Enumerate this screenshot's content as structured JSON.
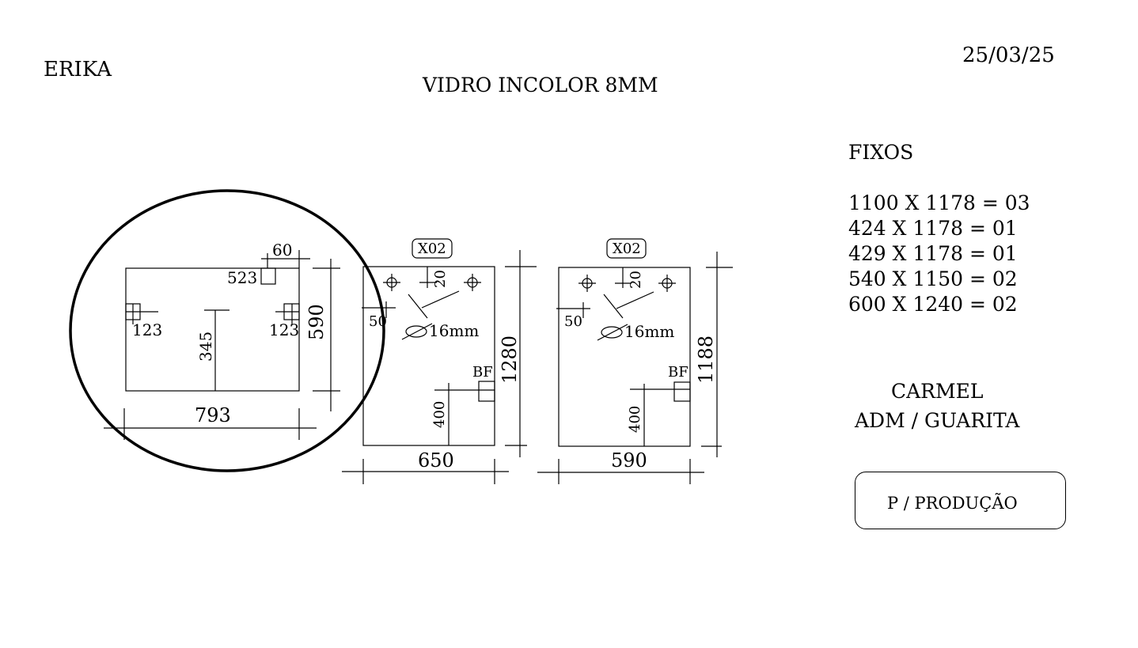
{
  "header": {
    "author": "ERIKA",
    "date": "25/03/25",
    "material": "VIDRO INCOLOR 8MM"
  },
  "fixos": {
    "title": "FIXOS",
    "items": [
      "1100 X 1178 = 03",
      "424 X 1178 = 01",
      "429 X 1178 = 01",
      "540 X 1150 = 02",
      "600 X 1240 = 02"
    ]
  },
  "project": {
    "client": "CARMEL",
    "location": "ADM / GUARITA"
  },
  "status_box": {
    "label": "P / PRODUÇÃO"
  },
  "drawing_1": {
    "width": "793",
    "height": "590",
    "notch_width": "60",
    "notch_offset": "523",
    "left_hole": "123",
    "right_hole": "123",
    "center_height": "345"
  },
  "drawing_2": {
    "tag": "X02",
    "width": "650",
    "height": "1280",
    "top_offset": "20",
    "side_offset": "50",
    "hole_diameter": "16mm",
    "cutout_label": "BF",
    "cutout_height": "400"
  },
  "drawing_3": {
    "tag": "X02",
    "width": "590",
    "height": "1188",
    "top_offset": "20",
    "side_offset": "50",
    "hole_diameter": "16mm",
    "cutout_label": "BF",
    "cutout_height": "400"
  }
}
